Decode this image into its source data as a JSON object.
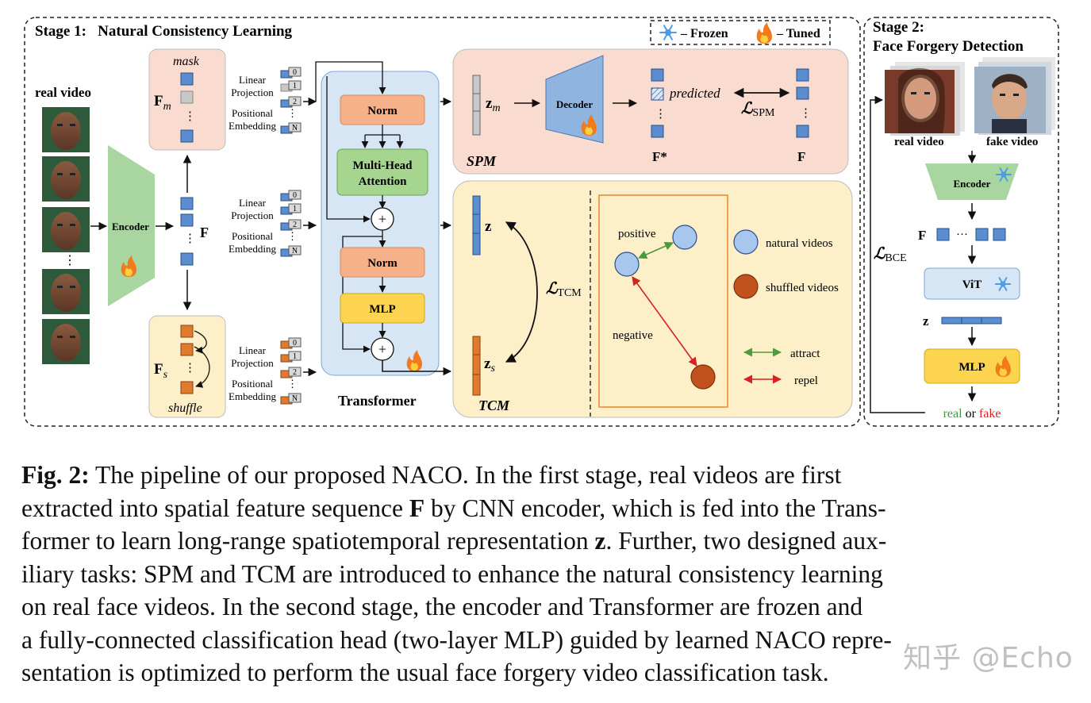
{
  "stage1": {
    "title": "Stage 1:   Natural Consistency Learning",
    "legend_frozen": "– Frozen",
    "legend_tuned": "– Tuned",
    "real_video": "real video",
    "encoder": "Encoder",
    "feature_f": "F",
    "fm_main": "F",
    "fm_sub": "m",
    "mask_label": "mask",
    "fs_main": "F",
    "fs_sub": "s",
    "shuffle_label": "shuffle",
    "linear_projection": "Linear\nProjection",
    "positional_embedding": "Positional\nEmbedding",
    "token_labels": [
      "0",
      "1",
      "2",
      "N"
    ],
    "vdots": "⋮",
    "transformer_label": "Transformer",
    "norm1": "Norm",
    "mha": "Multi-Head\nAttention",
    "norm2": "Norm",
    "mlp": "MLP",
    "plus": "+",
    "spm": {
      "name": "SPM",
      "z_main": "z",
      "z_sub": "m",
      "decoder": "Decoder",
      "predicted": "predicted",
      "loss_main": "ℒ",
      "loss_sub": "SPM",
      "fstar": "F*",
      "f": "F"
    },
    "tcm": {
      "name": "TCM",
      "z": "z",
      "zs_main": "z",
      "zs_sub": "s",
      "loss_main": "ℒ",
      "loss_sub": "TCM",
      "positive": "positive",
      "negative": "negative",
      "natural_videos": "natural videos",
      "shuffled_videos": "shuffled videos",
      "attract": "attract",
      "repel": "repel"
    }
  },
  "stage2": {
    "title_line1": "Stage 2:",
    "title_line2": "Face Forgery Detection",
    "real_video": "real video",
    "fake_video": "fake video",
    "encoder": "Encoder",
    "f_label": "F",
    "dots": "···",
    "loss_main": "ℒ",
    "loss_sub": "BCE",
    "vit": "ViT",
    "z_label": "z",
    "mlp": "MLP",
    "out_real": "real",
    "out_or": " or ",
    "out_fake": "fake"
  },
  "caption": {
    "lead": "Fig. 2:",
    "lines": [
      [
        " The pipeline of our proposed NACO. In the first stage, real videos are first"
      ],
      [
        "extracted into spatial feature sequence ",
        {
          "b": "F"
        },
        " by CNN encoder, which is fed into the Trans-"
      ],
      [
        "former to learn long-range spatiotemporal representation ",
        {
          "b": "z"
        },
        ". Further, two designed aux-"
      ],
      [
        "iliary tasks: SPM and TCM are introduced to enhance the natural consistency learning"
      ],
      [
        "on real face videos. In the second stage, the encoder and Transformer are frozen and"
      ],
      [
        "a fully-connected classification head (two-layer MLP) guided by learned NACO repre-"
      ],
      [
        "sentation is optimized to perform the usual face forgery video classification task."
      ]
    ]
  },
  "watermark": "知乎 @Echo",
  "colors": {
    "pink_panel": "#f9dccf",
    "yellow_panel": "#fdf0c8",
    "blue_panel": "#d6e6f5",
    "encoder_green": "#a8d5a0",
    "norm_orange": "#f5b18a",
    "mha_green": "#a5d58f",
    "mlp_yellow": "#fdd44f",
    "token_blue": "#5b8ed0",
    "token_orange": "#e07b2e",
    "decoder_blue": "#8fb4e0",
    "natural_circle": "#a7c7ee",
    "shuffled_circle": "#c2521d",
    "attract_green": "#4b9a3c",
    "repel_red": "#d62222",
    "real_green": "#3c9a3c",
    "fake_red": "#e02020"
  }
}
